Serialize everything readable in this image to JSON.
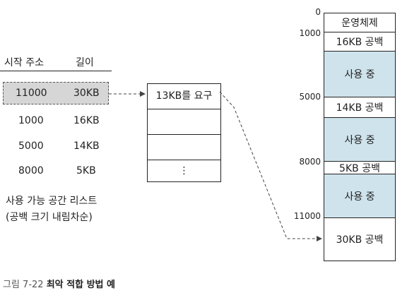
{
  "free_list": {
    "headers": [
      "시작 주소",
      "길이"
    ],
    "rows": [
      {
        "start": "11000",
        "length": "30KB",
        "selected": true
      },
      {
        "start": "1000",
        "length": "16KB",
        "selected": false
      },
      {
        "start": "5000",
        "length": "14KB",
        "selected": false
      },
      {
        "start": "8000",
        "length": "5KB",
        "selected": false
      }
    ],
    "label_line1": "사용 가능 공간 리스트",
    "label_line2": "(공백 크기 내림차순)"
  },
  "request_queue": {
    "items": [
      "13KB를 요구",
      "",
      "",
      "⋮"
    ]
  },
  "memory": {
    "addresses": [
      "0",
      "1000",
      "5000",
      "8000",
      "11000"
    ],
    "segments": [
      {
        "label": "운영체제",
        "used": false
      },
      {
        "label": "16KB 공백",
        "used": false
      },
      {
        "label": "사용 중",
        "used": true
      },
      {
        "label": "14KB 공백",
        "used": false
      },
      {
        "label": "사용 중",
        "used": true
      },
      {
        "label": "5KB 공백",
        "used": false
      },
      {
        "label": "사용 중",
        "used": true
      },
      {
        "label": "30KB 공백",
        "used": false
      }
    ]
  },
  "caption": {
    "figure_number": "그림 7-22",
    "title": "최악 적합 방법 예"
  },
  "colors": {
    "used_fill": "#cfe3ec",
    "selected_fill": "#d6d6d6",
    "line": "#222222"
  }
}
